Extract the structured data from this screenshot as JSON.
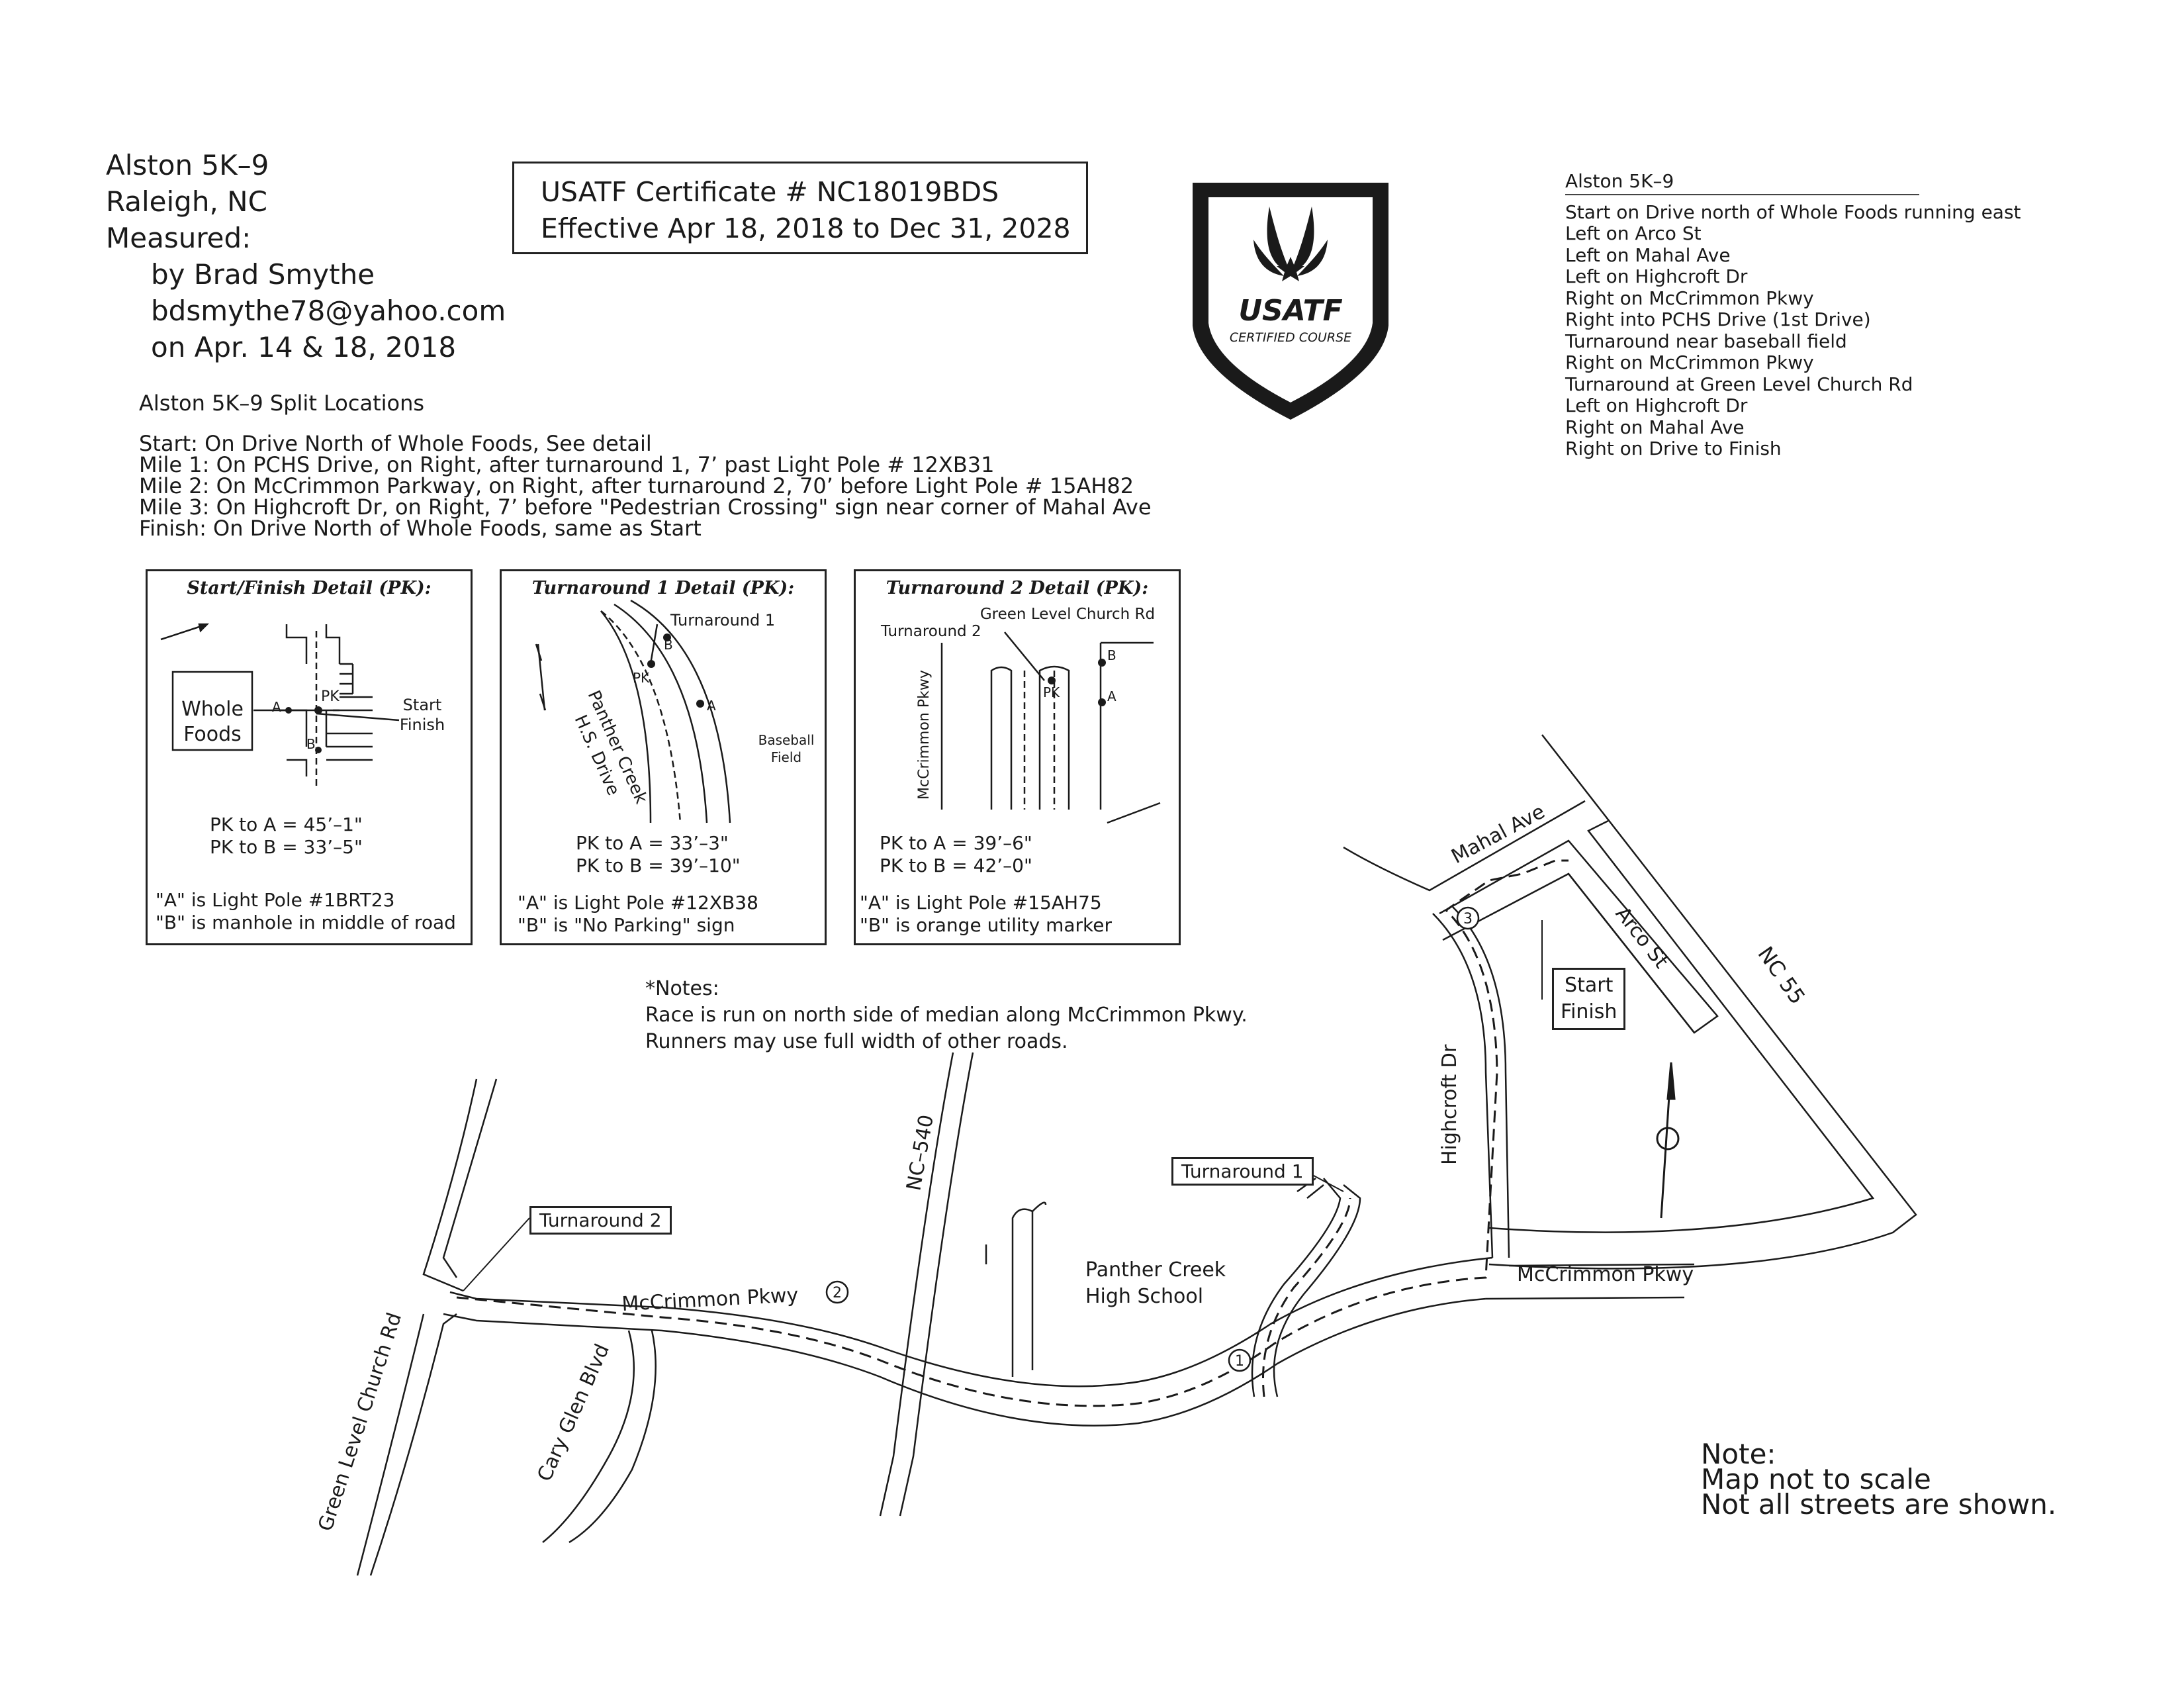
{
  "header": {
    "race_name": "Alston 5K–9",
    "location": "Raleigh, NC",
    "measured_label": "Measured:",
    "measurer": "by Brad Smythe",
    "email": "bdsmythe78@yahoo.com",
    "dates": "on Apr. 14 & 18, 2018"
  },
  "certificate": {
    "line1": "USATF Certificate # NC18019BDS",
    "line2": "Effective Apr 18, 2018 to Dec 31, 2028"
  },
  "logo": {
    "name": "USATF",
    "subtitle": "CERTIFIED COURSE",
    "icon": "winged-star-shield-icon"
  },
  "splits": {
    "title": "Alston 5K–9 Split Locations",
    "lines": [
      "Start: On Drive North of Whole Foods, See detail",
      "Mile 1: On PCHS Drive, on Right, after turnaround 1, 7’ past Light Pole # 12XB31",
      "Mile 2: On McCrimmon Parkway, on Right, after turnaround 2, 70’ before Light Pole # 15AH82",
      "Mile 3: On Highcroft Dr, on Right, 7’ before \"Pedestrian Crossing\" sign near corner of Mahal Ave",
      "Finish: On Drive North of Whole Foods, same as Start"
    ]
  },
  "directions": {
    "title": "Alston 5K–9",
    "lines": [
      "Start on Drive north of Whole Foods running east",
      "Left on Arco St",
      "Left on Mahal Ave",
      "Left on Highcroft Dr",
      "Right on McCrimmon Pkwy",
      "Right into PCHS Drive (1st Drive)",
      "Turnaround near baseball field",
      "Right on McCrimmon Pkwy",
      "Turnaround at Green Level Church Rd",
      "Left on Highcroft Dr",
      "Right on Mahal Ave",
      "Right on Drive to Finish"
    ]
  },
  "detail_start": {
    "title": "Start/Finish Detail (PK):",
    "whole_foods_1": "Whole",
    "whole_foods_2": "Foods",
    "pk": "PK",
    "a": "A",
    "b": "B",
    "start": "Start",
    "finish": "Finish",
    "m1": "PK to A = 45’–1\"",
    "m2": "PK to B = 33’–5\"",
    "n1": "\"A\" is Light Pole #1BRT23",
    "n2": "\"B\" is manhole in middle of road"
  },
  "detail_t1": {
    "title": "Turnaround 1 Detail (PK):",
    "turnaround": "Turnaround 1",
    "road1": "Panther Creek",
    "road2": "H.S. Drive",
    "field1": "Baseball",
    "field2": "Field",
    "pk": "PK",
    "a": "A",
    "b": "B",
    "m1": "PK to A = 33’–3\"",
    "m2": "PK to B = 39’–10\"",
    "n1": "\"A\" is Light Pole #12XB38",
    "n2": "\"B\" is \"No Parking\" sign"
  },
  "detail_t2": {
    "title": "Turnaround 2 Detail (PK):",
    "road_top": "Green Level Church Rd",
    "turnaround": "Turnaround 2",
    "road_side": "McCrimmon Pkwy",
    "pk": "PK",
    "a": "A",
    "b": "B",
    "m1": "PK to A = 39’–6\"",
    "m2": "PK to B = 42’–0\"",
    "n1": "\"A\" is Light Pole #15AH75",
    "n2": "\"B\" is orange utility marker"
  },
  "notes": {
    "title": "*Notes:",
    "line1": "Race is run on north side of median along McCrimmon Pkwy.",
    "line2": "Runners may use full width of other roads."
  },
  "map": {
    "mahal_ave": "Mahal Ave",
    "arco_st": "Arco St",
    "nc55": "NC 55",
    "highcroft_dr": "Highcroft Dr",
    "mccrimmon_east": "McCrimmon Pkwy",
    "mccrimmon_west": "McCrimmon Pkwy",
    "nc540": "NC–540",
    "green_level": "Green Level Church Rd",
    "cary_glen": "Cary Glen Blvd",
    "school1": "Panther Creek",
    "school2": "High School",
    "turnaround1": "Turnaround 1",
    "turnaround2": "Turnaround 2",
    "start_label": "Start",
    "finish_label": "Finish",
    "mile1": "1",
    "mile2": "2",
    "mile3": "3"
  },
  "scale_note": {
    "line1": "Note:",
    "line2": "Map not to scale",
    "line3": "Not all streets are shown."
  }
}
